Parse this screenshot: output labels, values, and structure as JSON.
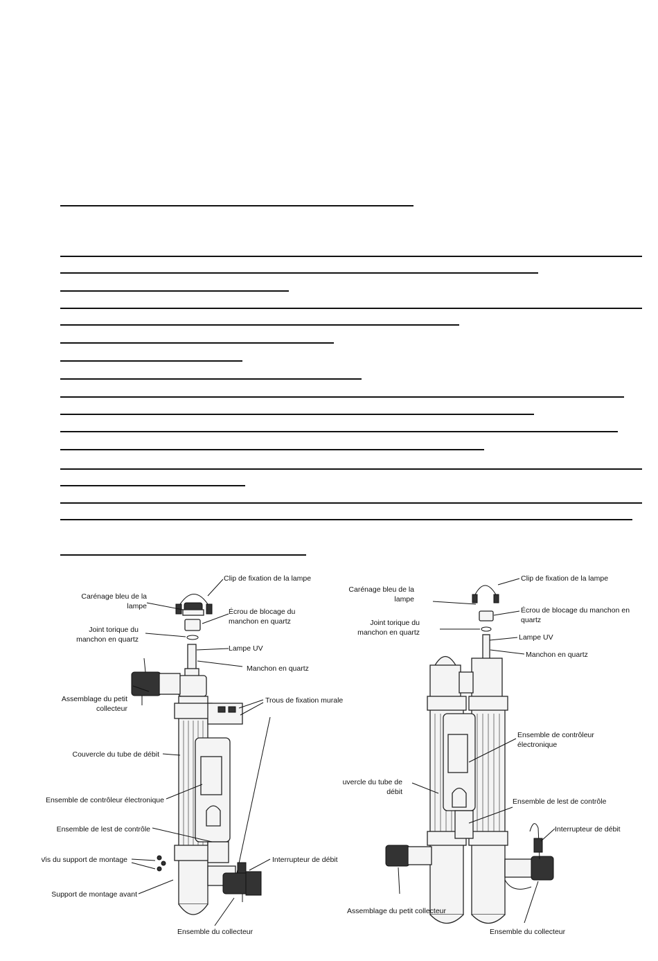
{
  "figure_left": {
    "labels": {
      "clip": "Clip de fixation de la lampe",
      "carenage_1": "Carénage bleu de la",
      "carenage_2": "lampe",
      "ecrou_1": "Écrou de blocage du",
      "ecrou_2": "manchon en quartz",
      "joint_1": "Joint torique du",
      "joint_2": "manchon en quartz",
      "lampe": "Lampe UV",
      "manchon": "Manchon en quartz",
      "petit_coll_1": "Assemblage du petit",
      "petit_coll_2": "collecteur",
      "trous": "Trous de fixation murale",
      "couvercle": "Couvercle du tube de débit",
      "controleur": "Ensemble de contrôleur électronique",
      "lest": "Ensemble de lest de contrôle",
      "vis": "Vis du support de montage",
      "interrupteur": "Interrupteur de débit",
      "support": "Support de montage avant",
      "collecteur": "Ensemble du collecteur"
    }
  },
  "figure_right": {
    "labels": {
      "carenage_1": "Carénage bleu de la",
      "carenage_2": "lampe",
      "clip": "Clip de fixation de la lampe",
      "ecrou_1": "Écrou de blocage du manchon en",
      "ecrou_2": "quartz",
      "joint_1": "Joint torique du",
      "joint_2": "manchon en quartz",
      "lampe": "Lampe UV",
      "manchon": "Manchon en quartz",
      "controleur_1": "Ensemble de contrôleur",
      "controleur_2": "électronique",
      "couvercle_1": "Couvercle du tube de",
      "couvercle_2": "débit",
      "lest": "Ensemble de lest de contrôle",
      "interrupteur": "Interrupteur de débit",
      "petit_coll": "Assemblage du petit collecteur",
      "collecteur": "Ensemble du collecteur"
    }
  }
}
